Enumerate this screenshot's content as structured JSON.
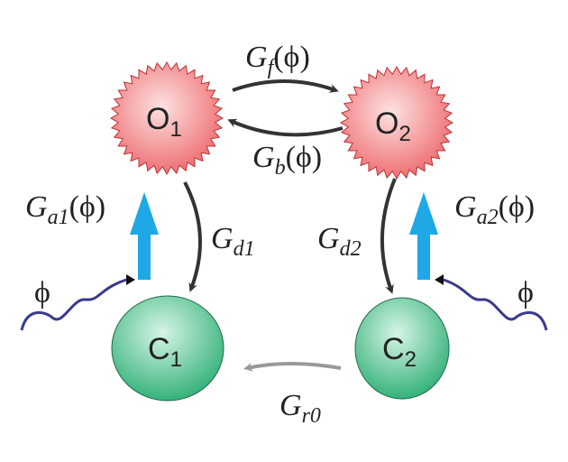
{
  "nodes": {
    "O1": {
      "main": "O",
      "sub": "1"
    },
    "O2": {
      "main": "O",
      "sub": "2"
    },
    "C1": {
      "main": "C",
      "sub": "1"
    },
    "C2": {
      "main": "C",
      "sub": "2"
    }
  },
  "rates": {
    "Gf": {
      "main": "G",
      "sub": "f",
      "arg": "(ϕ)"
    },
    "Gb": {
      "main": "G",
      "sub": "b",
      "arg": "(ϕ)"
    },
    "Ga1": {
      "main": "G",
      "sub": "a1",
      "arg": "(ϕ)"
    },
    "Ga2": {
      "main": "G",
      "sub": "a2",
      "arg": "(ϕ)"
    },
    "Gd1": {
      "main": "G",
      "sub": "d1"
    },
    "Gd2": {
      "main": "G",
      "sub": "d2"
    },
    "Gr0": {
      "main": "G",
      "sub": "r0"
    }
  },
  "light": {
    "left": "ϕ",
    "right": "ϕ"
  },
  "colors": {
    "open": "#f07c7c",
    "closed": "#4cc08c",
    "activation": "#1ea8e6",
    "light": "#3a3a8c",
    "arrow": "#333333",
    "recovery": "#999999"
  }
}
